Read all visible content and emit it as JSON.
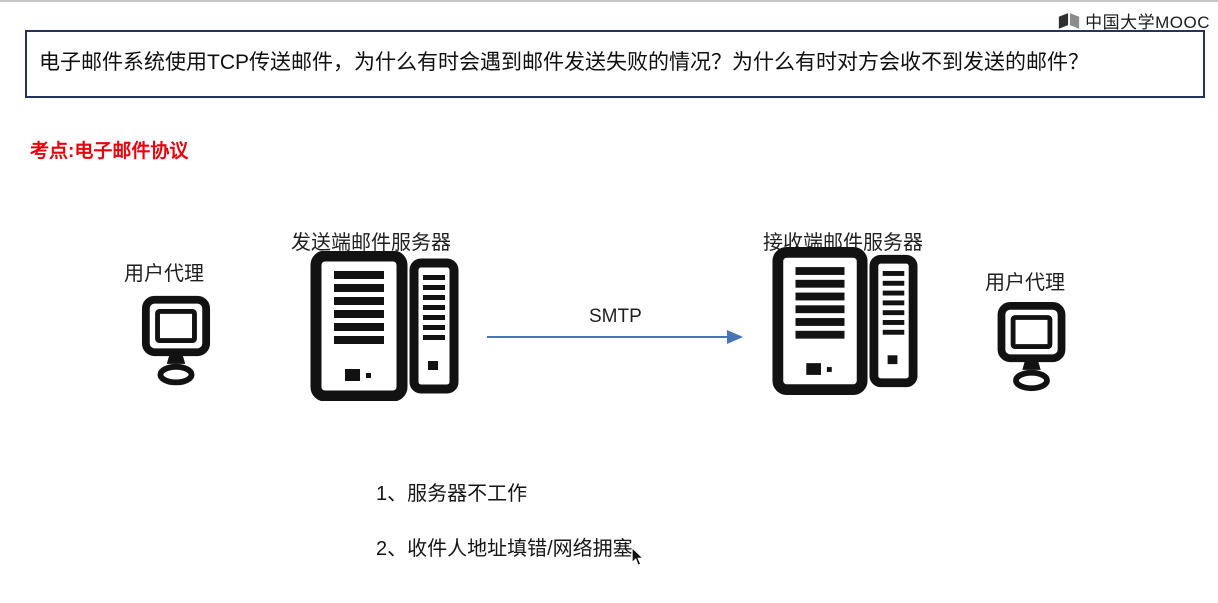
{
  "logo": {
    "text": "中国大学MOOC"
  },
  "question": {
    "text": "电子邮件系统使用TCP传送邮件，为什么有时会遇到邮件发送失败的情况？为什么有时对方会收不到发送的邮件？"
  },
  "topic": {
    "label": "考点:电子邮件协议"
  },
  "diagram": {
    "sender_agent": "用户代理",
    "sender_server": "发送端邮件服务器",
    "protocol": "SMTP",
    "receiver_server": "接收端邮件服务器",
    "receiver_agent": "用户代理"
  },
  "answers": {
    "items": [
      "1、服务器不工作",
      "2、收件人地址填错/网络拥塞"
    ]
  },
  "colors": {
    "topic_red": "#e8000d",
    "box_border": "#26335c",
    "arrow_blue": "#4a74b2",
    "icon_black": "#121212"
  }
}
